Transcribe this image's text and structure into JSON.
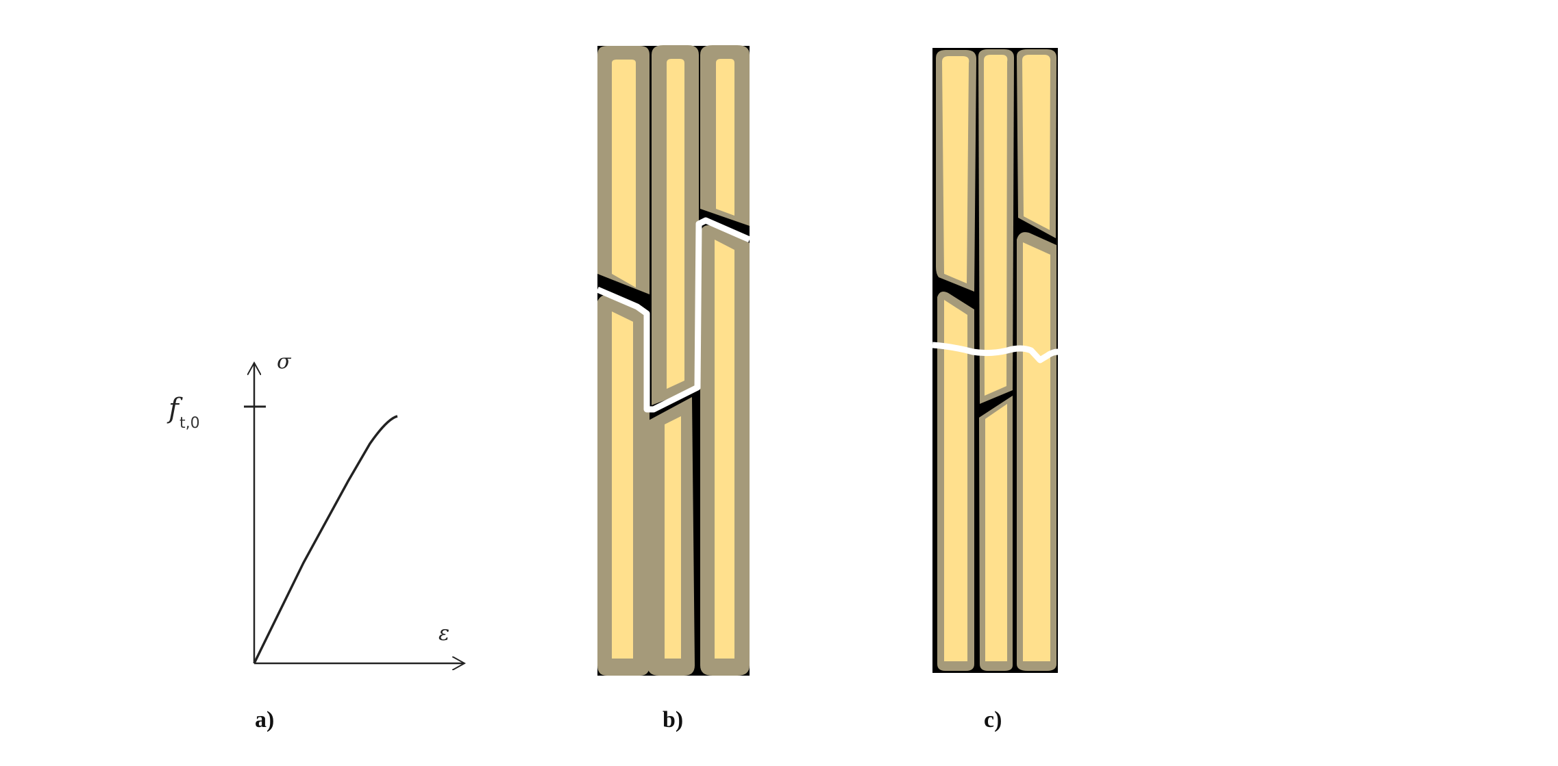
{
  "panel_a": {
    "y_axis_symbol": "σ",
    "x_axis_symbol": "ε",
    "strength_symbol_main": "f",
    "strength_symbol_subscript": "t,0",
    "curve_color": "#222222"
  },
  "panel_labels": {
    "a": "a)",
    "b": "b)",
    "c": "c)"
  },
  "colors": {
    "cell_wall": "#a59a7a",
    "lumen": "#ffe08d",
    "background_block": "#000000",
    "fracture_line": "#ffffff"
  }
}
